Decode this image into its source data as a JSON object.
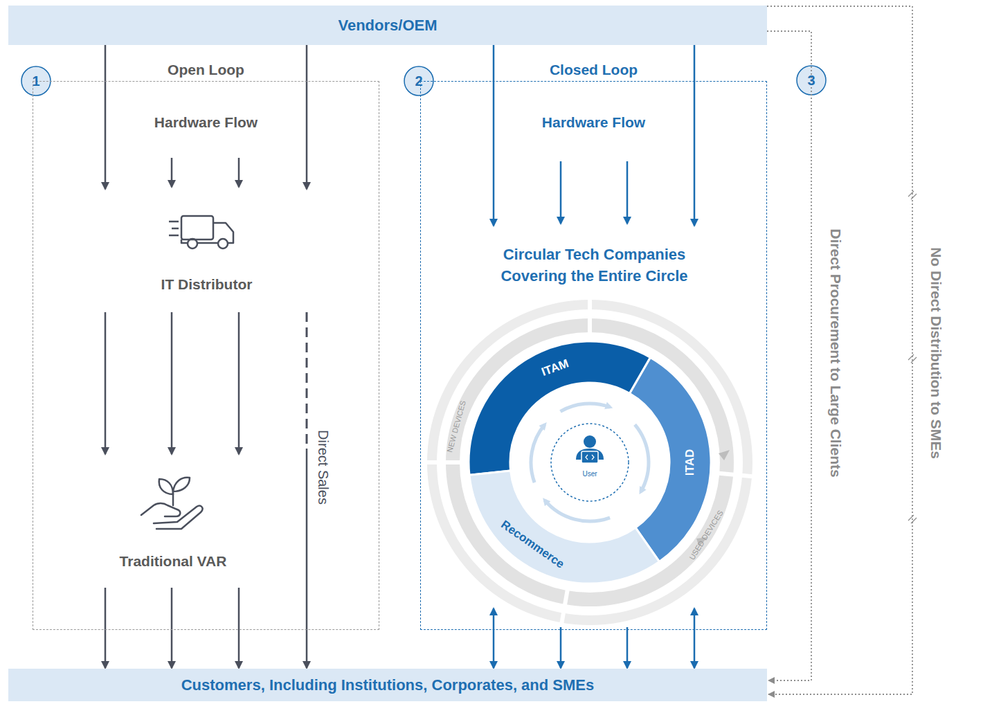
{
  "diagram": {
    "nodes": [
      {
        "text": [
          "Vendors/OEM"
        ]
      },
      {
        "text": [
          "Open Loop",
          "Hardware Flow"
        ]
      },
      {
        "text": [
          "IT Distributor"
        ],
        "in": 1
      },
      {
        "text": [
          "Traditional VAR"
        ],
        "in": 1
      },
      {
        "text": [
          "Closed Loop",
          "Hardware Flow"
        ]
      },
      {
        "text": [
          "Circular Tech Companies Covering the Entire Circle"
        ],
        "in": 4
      },
      {
        "text": [
          "Customers, Including Institutions, Corporates, and SMEs"
        ]
      }
    ],
    "edges": [
      {
        "from": 0,
        "to": 2,
        "arrow": "to"
      },
      {
        "from": 0,
        "to": 2,
        "arrow": "to"
      },
      {
        "from": 2,
        "to": 3,
        "arrow": "to"
      },
      {
        "from": 2,
        "to": 3,
        "arrow": "to"
      },
      {
        "from": 2,
        "to": 3,
        "arrow": "to"
      },
      {
        "from": 2,
        "to": 6,
        "arrow": "to"
      },
      {
        "from": 3,
        "to": 6,
        "arrow": "to"
      },
      {
        "from": 3,
        "to": 6,
        "arrow": "to"
      },
      {
        "from": 3,
        "to": 6,
        "arrow": "to"
      },
      {
        "from": 0,
        "to": 5,
        "arrow": "to"
      },
      {
        "from": 0,
        "to": 5,
        "arrow": "to"
      },
      {
        "from": 5,
        "to": 6,
        "arrow": "both"
      },
      {
        "from": 5,
        "to": 6,
        "arrow": "to"
      },
      {
        "from": 5,
        "to": 6,
        "arrow": "to"
      },
      {
        "from": 5,
        "to": 6,
        "arrow": "both"
      },
      {
        "from": 0,
        "to": 6,
        "label": "Direct Procurement to Large Clients",
        "arrow": "to"
      },
      {
        "from": 0,
        "to": 6,
        "label": "No Direct Distribution to SMEs",
        "arrow": "to"
      }
    ],
    "labels": [
      "1",
      "2",
      "3",
      "Direct Sales",
      "ITAM",
      "ITAD",
      "Recommerce",
      "User",
      "NEW DEVICES",
      "USED DEVICES"
    ]
  }
}
